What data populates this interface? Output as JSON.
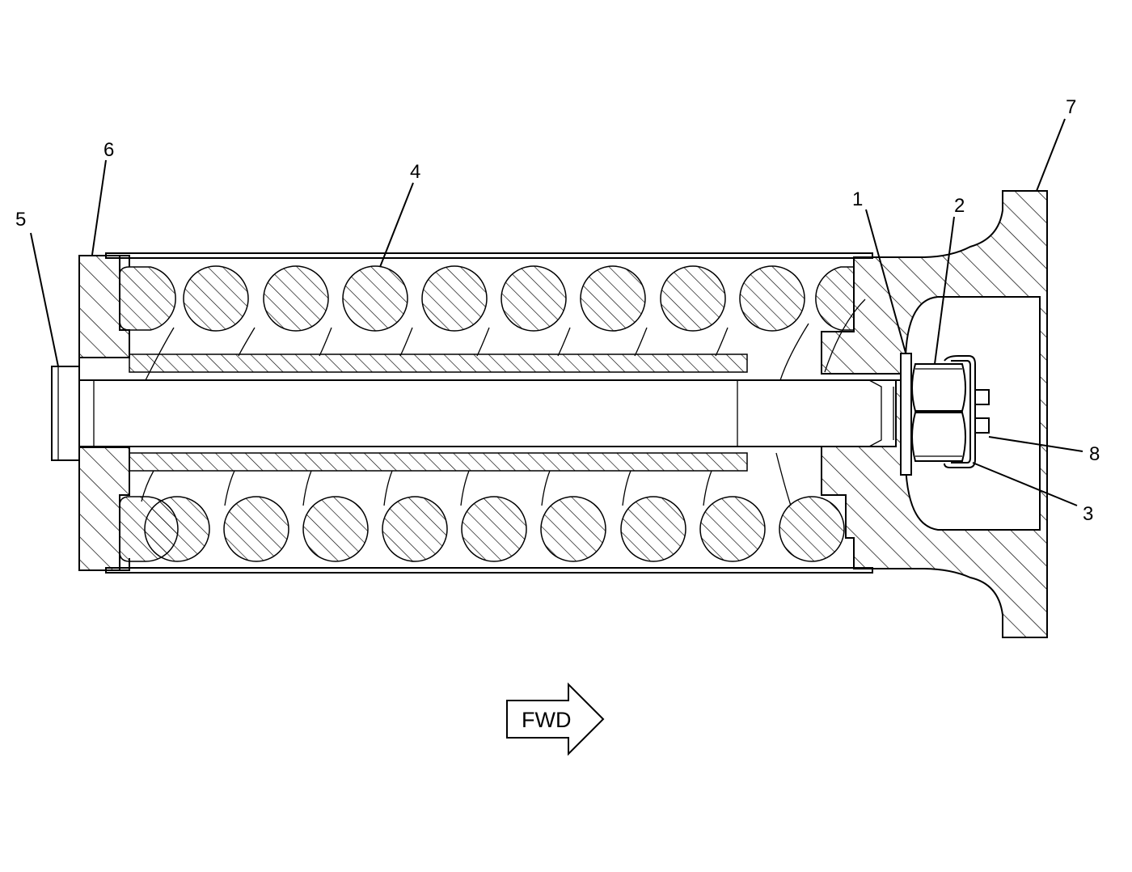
{
  "diagram": {
    "callouts": [
      {
        "id": "1",
        "label": "1"
      },
      {
        "id": "2",
        "label": "2"
      },
      {
        "id": "3",
        "label": "3"
      },
      {
        "id": "4",
        "label": "4"
      },
      {
        "id": "5",
        "label": "5"
      },
      {
        "id": "6",
        "label": "6"
      },
      {
        "id": "7",
        "label": "7"
      },
      {
        "id": "8",
        "label": "8"
      }
    ],
    "direction_arrow": {
      "label": "FWD"
    },
    "colors": {
      "line": "#000000",
      "background": "#ffffff"
    }
  }
}
